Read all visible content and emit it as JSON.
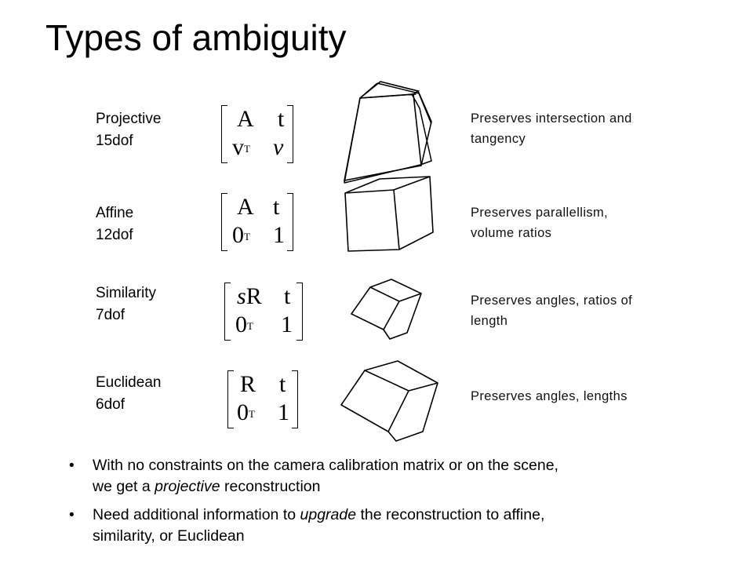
{
  "slide": {
    "title": "Types of ambiguity"
  },
  "rows": [
    {
      "name": "Projective",
      "dof": "15dof",
      "matrix": {
        "a": "A",
        "b": "t",
        "c": "v",
        "c_sup": "T",
        "d": "v"
      },
      "desc_line1": "Preserves intersection and",
      "desc_line2": "tangency"
    },
    {
      "name": "Affine",
      "dof": "12dof",
      "matrix": {
        "a": "A",
        "b": "t",
        "c": "0",
        "c_sup": "T",
        "d": "1"
      },
      "desc_line1": "Preserves parallellism,",
      "desc_line2": "volume ratios"
    },
    {
      "name": "Similarity",
      "dof": "7dof",
      "matrix": {
        "a_s": "s",
        "a": "R",
        "b": "t",
        "c": "0",
        "c_sup": "T",
        "d": "1"
      },
      "desc_line1": "Preserves angles, ratios of",
      "desc_line2": "length"
    },
    {
      "name": "Euclidean",
      "dof": "6dof",
      "matrix": {
        "a": "R",
        "b": "t",
        "c": "0",
        "c_sup": "T",
        "d": "1"
      },
      "desc_line1": "Preserves angles, lengths",
      "desc_line2": ""
    }
  ],
  "bullets": [
    {
      "line1": "With no constraints on the camera calibration matrix or on the scene,",
      "line2_pre": "we get a ",
      "line2_em": "projective",
      "line2_post": " reconstruction"
    },
    {
      "line1_pre": "Need additional information to ",
      "line1_em": "upgrade",
      "line1_post": " the reconstruction to affine,",
      "line2": "similarity, or Euclidean"
    }
  ],
  "bullet_glyph": "•"
}
